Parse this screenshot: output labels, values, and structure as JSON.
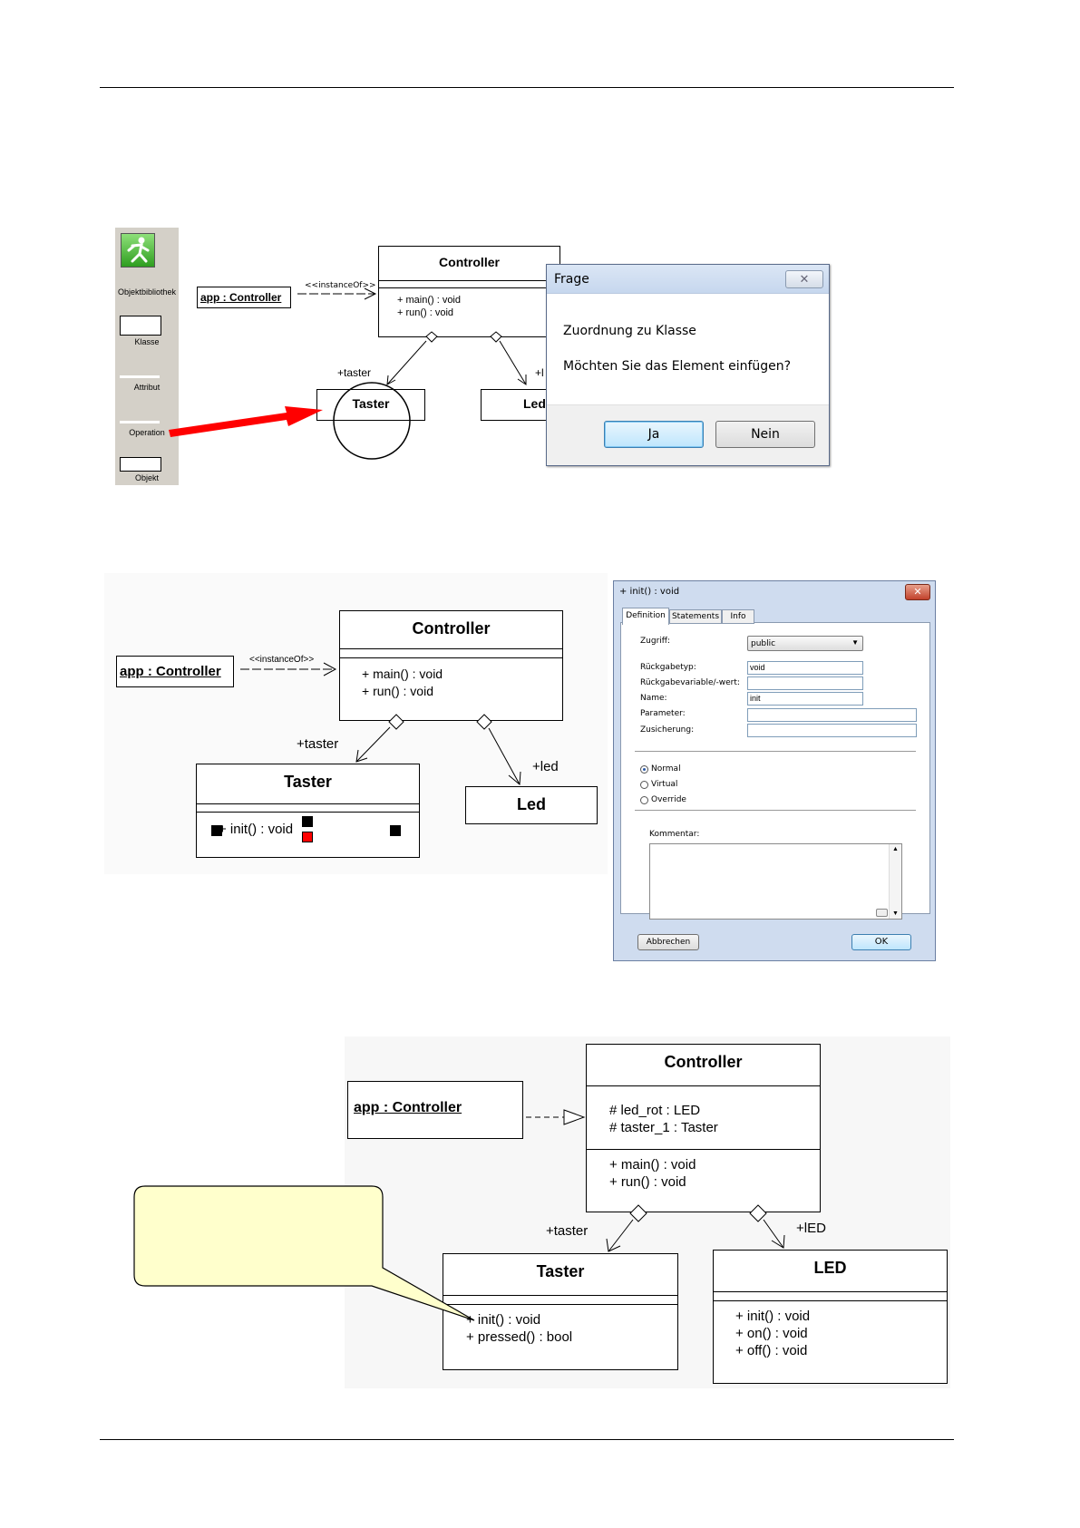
{
  "panel1": {
    "palette": {
      "items": [
        "Objektbibliothek",
        "Klasse",
        "Attribut",
        "Operation",
        "Objekt"
      ]
    },
    "object_label": "app : Controller",
    "instance_of": "<<instanceOf>>",
    "controller": {
      "name": "Controller",
      "ops": [
        "+ main() : void",
        "+ run() : void"
      ]
    },
    "taster": {
      "name": "Taster",
      "role": "+taster"
    },
    "led": {
      "name": "Led",
      "role": "+l"
    },
    "dialog": {
      "title": "Frage",
      "line1": "Zuordnung zu Klasse",
      "line2": "Möchten Sie das Element einfügen?",
      "yes": "Ja",
      "no": "Nein"
    },
    "colors": {
      "arrow": "#ff0000",
      "palette_bg": "#d4d0c8"
    }
  },
  "panel2": {
    "object_label": "app : Controller",
    "instance_of": "<<instanceOf>>",
    "controller": {
      "name": "Controller",
      "ops": [
        "+ main() : void",
        "+ run() : void"
      ]
    },
    "taster": {
      "name": "Taster",
      "role": "+taster",
      "op": "+ init() : void"
    },
    "led": {
      "name": "Led",
      "role": "+led"
    },
    "dialog": {
      "title": "+ init() : void",
      "tabs": [
        "Definition",
        "Statements",
        "Info"
      ],
      "access_label": "Zugriff:",
      "access_value": "public",
      "return_type_label": "Rückgabetyp:",
      "return_type_value": "void",
      "return_var_label": "Rückgabevariable/-wert:",
      "name_label": "Name:",
      "name_value": "init",
      "param_label": "Parameter:",
      "assert_label": "Zusicherung:",
      "radios": [
        "Normal",
        "Virtual",
        "Override"
      ],
      "radio_selected": "Normal",
      "comment_label": "Kommentar:",
      "cancel": "Abbrechen",
      "ok": "OK"
    }
  },
  "panel3": {
    "object_label": "app : Controller",
    "controller": {
      "name": "Controller",
      "attrs": [
        "# led_rot : LED",
        "# taster_1 : Taster"
      ],
      "ops": [
        "+ main() : void",
        "+ run() : void"
      ]
    },
    "taster": {
      "name": "Taster",
      "role": "+taster",
      "ops": [
        "+ init() : void",
        "+ pressed() : bool"
      ]
    },
    "led": {
      "name": "LED",
      "role": "+lED",
      "ops": [
        "+ init() : void",
        "+ on() : void",
        "+ off() : void"
      ]
    },
    "colors": {
      "callout_bg": "#ffffcc"
    }
  }
}
